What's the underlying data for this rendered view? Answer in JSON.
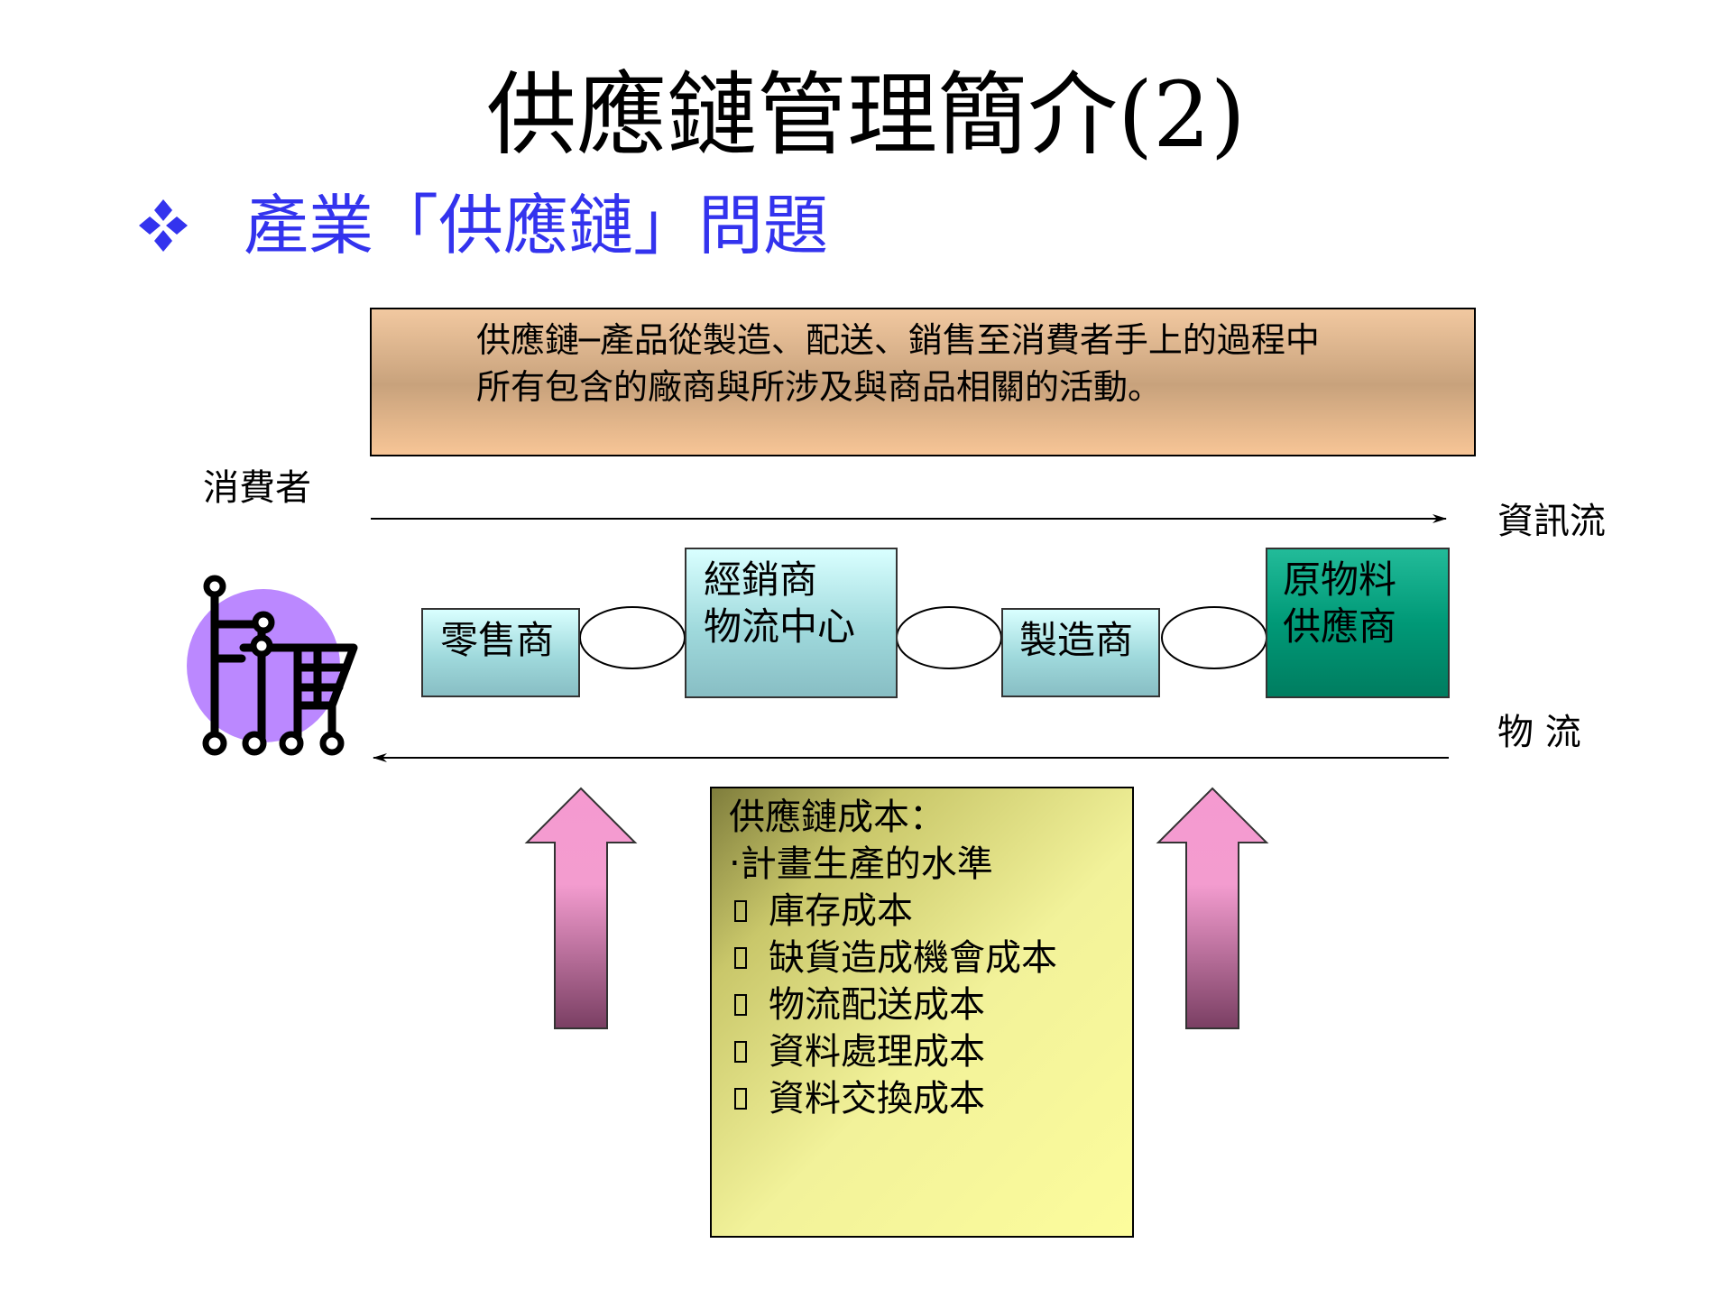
{
  "title": "供應鏈管理簡介(2)",
  "subtitle": "產業「供應鏈」問題",
  "definition": {
    "line1": "供應鏈─產品從製造、配送、銷售至消費者手上的過程中",
    "line2": "所有包含的廠商與所涉及與商品相關的活動。"
  },
  "labels": {
    "consumer": "消費者",
    "info_flow": "資訊流",
    "logistics_flow": "物 流"
  },
  "nodes": {
    "retailer": "零售商",
    "distributor_line1": "經銷商",
    "distributor_line2": "物流中心",
    "manufacturer": "製造商",
    "supplier_line1": "原物料",
    "supplier_line2": "供應商"
  },
  "costs": {
    "heading": "供應鏈成本：",
    "intro": "‧計畫生產的水準",
    "items": [
      "庫存成本",
      "缺貨造成機會成本",
      "物流配送成本",
      "資料處理成本",
      "資料交換成本"
    ]
  },
  "colors": {
    "subtitle": "#3333ee",
    "bullet": "#3333ee",
    "supplier_box": "#009977",
    "arrow_pink": "#f59ad0",
    "cart_circle": "#bb88ff"
  },
  "icons": {
    "bullet": "diamond-bullet-icon",
    "consumer": "shopping-cart-icon"
  }
}
